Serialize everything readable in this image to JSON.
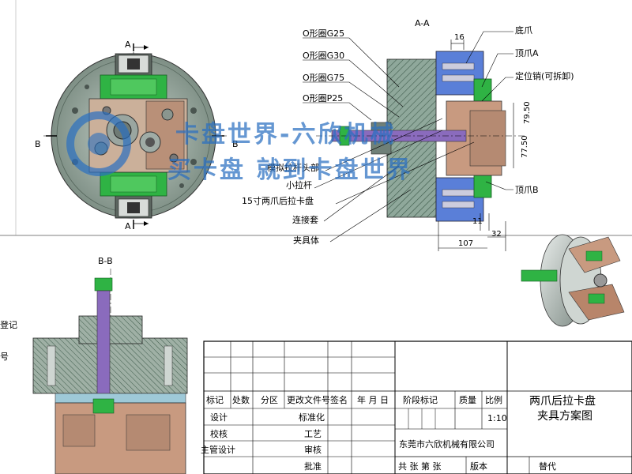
{
  "views": {
    "section_aa": "A-A",
    "section_bb": "B-B",
    "mark_a": "A",
    "mark_b": "B"
  },
  "labels": {
    "o_ring_g25": "O形圈G25",
    "o_ring_g30": "O形圈G30",
    "o_ring_g75": "O形圈G75",
    "o_ring_p25": "O形圈P25",
    "sim_pull_rod_head": "模拟拉杆头部",
    "small_pull_rod": "小拉杆",
    "chuck_15in": "15寸两爪后拉卡盘",
    "connecting_sleeve": "连接套",
    "fixture_body": "夹具体",
    "base_jaw": "底爪",
    "top_jaw_a": "顶爪A",
    "locating_pin": "定位销(可拆卸)",
    "top_jaw_b": "顶爪B"
  },
  "dimensions": {
    "d16": "16",
    "d79_50": "79.50",
    "d77_50": "77.50",
    "d11": "11",
    "d32": "32",
    "d107": "107"
  },
  "side_text": {
    "partial_1": "登记",
    "partial_2": "号"
  },
  "watermark": {
    "line1": "卡盘世界-六欣机械",
    "line2": "买卡盘 就到卡盘世界"
  },
  "title_block": {
    "hdr_biaoji": "标记",
    "hdr_chushu": "处数",
    "hdr_fenqu": "分区",
    "hdr_genggai": "更改文件号",
    "hdr_qianming": "签名",
    "hdr_nianyueri": "年 月 日",
    "sheji": "设计",
    "biaozhunhua": "标准化",
    "jiaohe": "校核",
    "gongyi": "工艺",
    "zhuguan": "主管设计",
    "shenhe": "审核",
    "pizhun": "批准",
    "jieduan": "阶段标记",
    "zhiliang": "质量",
    "bili": "比例",
    "scale": "1:10",
    "gong_zhang": "共 张 第 张",
    "banben": "版本",
    "tidai": "替代",
    "company": "东莞市六欣机械有限公司",
    "drawing_title_1": "两爪后拉卡盘",
    "drawing_title_2": "夹具方案图"
  },
  "colors": {
    "hatch": "#7a9a8a",
    "body_gray": "#8a9a92",
    "green": "#2fb344",
    "copper": "#b8856a",
    "purple": "#8a6bbd",
    "blue_part": "#5a7fd8",
    "watermark": "#2a6fc0",
    "line": "#000000"
  }
}
